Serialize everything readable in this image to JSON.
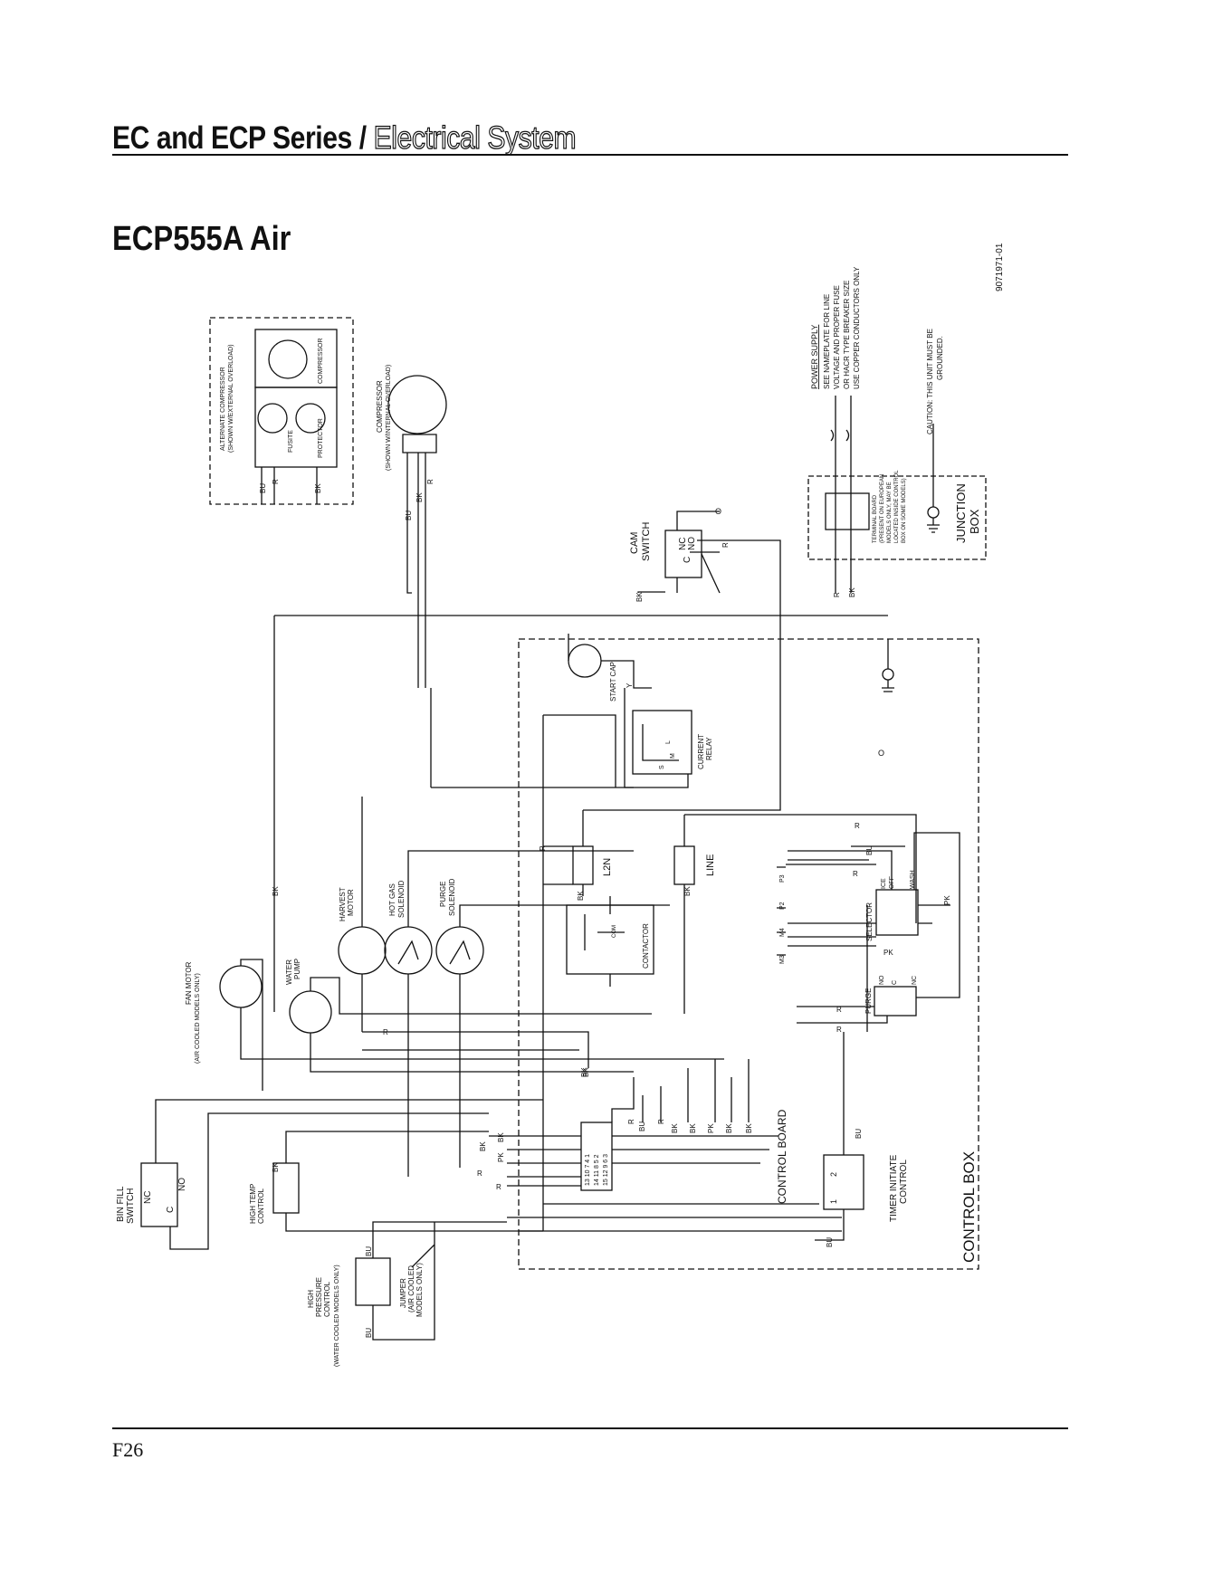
{
  "header": {
    "series": "EC and ECP Series",
    "separator": "/",
    "section": "Electrical System"
  },
  "model_title": "ECP555A Air",
  "drawing_number": "9071971-01",
  "page_number": "F26",
  "notes": {
    "power_supply": [
      "POWER SUPPLY",
      "SEE NAMEPLATE FOR LINE",
      "VOLTAGE AND PROPER FUSE",
      "OR HACR TYPE BREAKER SIZE",
      "USE COPPER CONDUCTORS ONLY"
    ],
    "caution": [
      "CAUTION: THIS UNIT MUST BE",
      "GROUNDED."
    ],
    "terminal_board": [
      "TERMINAL BOARD",
      "(PRESENT ON EUROPEAN",
      "MODELS ONLY, MAY BE",
      "LOCATED INSIDE CONTROL",
      "BOX ON SOME MODELS)"
    ]
  },
  "components": {
    "alt_compressor": [
      "ALTERNATE COMPRESSOR",
      "(SHOWN W/EXTERNAL OVERLOAD)"
    ],
    "fusite": "FUSITE",
    "compressor": "COMPRESSOR",
    "protector": "PROTECTOR",
    "compressor_main": [
      "COMPRESSOR",
      "(SHOWN W/INTERNAL OVERLOAD)"
    ],
    "cam_switch": [
      "CAM",
      "SWITCH"
    ],
    "junction_box": [
      "JUNCTION",
      "BOX"
    ],
    "start_cap": "START CAP",
    "current_relay": [
      "CURRENT",
      "RELAY"
    ],
    "l2n": "L2N",
    "line": "LINE",
    "contactor": "CONTACTOR",
    "com": "COM",
    "harvest_motor": [
      "HARVEST",
      "MOTOR"
    ],
    "hot_gas_solenoid": [
      "HOT GAS",
      "SOLENOID"
    ],
    "purge_solenoid": [
      "PURGE",
      "SOLENOID"
    ],
    "water_pump": [
      "WATER",
      "PUMP"
    ],
    "fan_motor": [
      "FAN MOTOR",
      "(AIR COOLED MODELS ONLY)"
    ],
    "bin_fill_switch": [
      "BIN FILL",
      "SWITCH"
    ],
    "high_temp_control": [
      "HIGH TEMP",
      "CONTROL"
    ],
    "high_pressure_control": [
      "HIGH",
      "PRESSURE",
      "CONTROL",
      "(WATER COOLED MODELS ONLY)"
    ],
    "jumper": [
      "JUMPER",
      "(AIR COOLED",
      "MODELS ONLY)"
    ],
    "control_board": "CONTROL BOARD",
    "selector": "SELECTOR",
    "purge": "PURGE",
    "ice": "ICE",
    "off": "OFF",
    "wash": "WASH",
    "timer_initiate": [
      "TIMER INITIATE",
      "CONTROL"
    ],
    "control_box": "CONTROL BOX"
  },
  "terminals": {
    "s": "S",
    "c": "C",
    "r": "R",
    "one": "1",
    "two": "2",
    "three": "3",
    "nc": "NC",
    "no": "NO",
    "l": "L",
    "m": "M",
    "p3": "P3",
    "p2": "P2",
    "m4": "M4",
    "m3": "M3",
    "board_rows": [
      "13 10 7 4 1",
      "14 11 8 5 2",
      "15 12 9 6 3"
    ]
  },
  "wire_colors": {
    "bu": "BU",
    "r": "R",
    "bk": "BK",
    "pk": "PK",
    "y": "Y",
    "o": "O"
  }
}
